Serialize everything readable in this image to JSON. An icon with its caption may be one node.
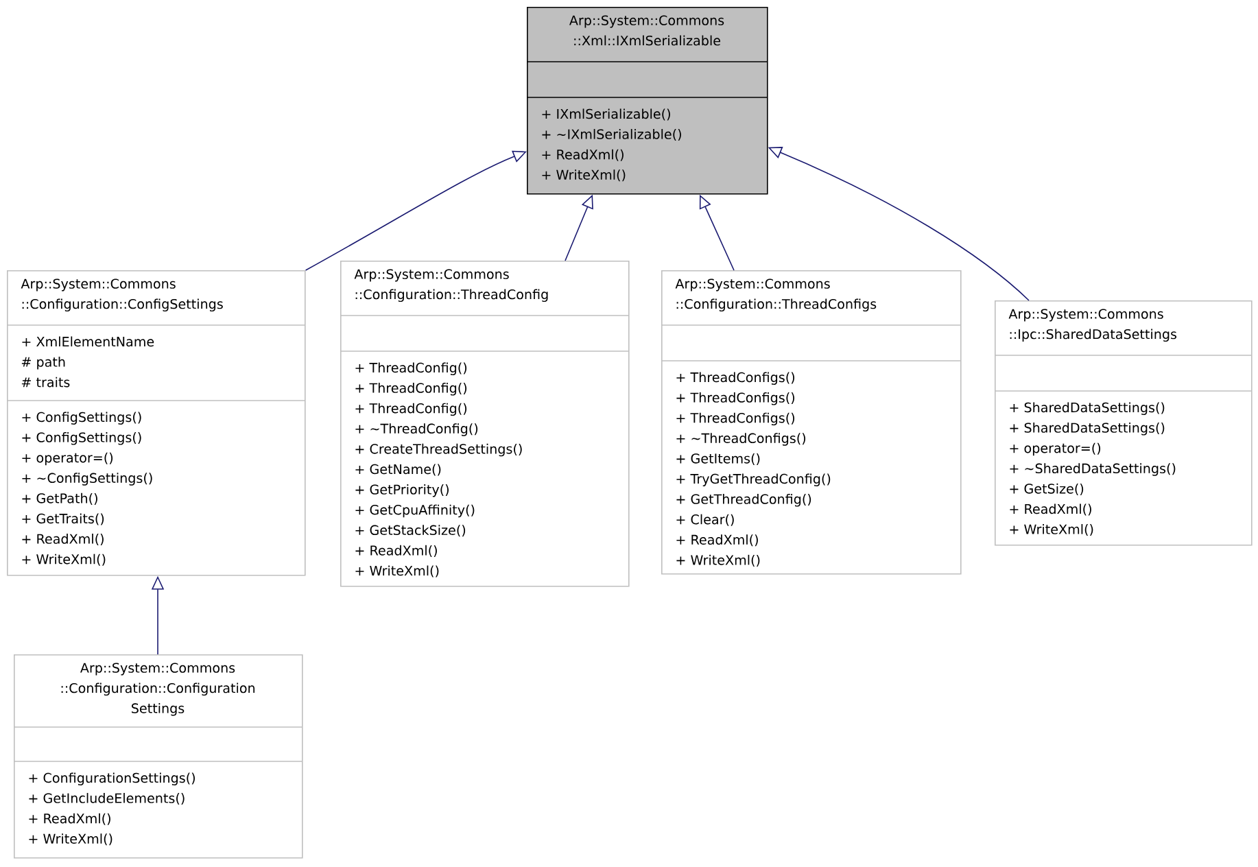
{
  "diagram": {
    "nodes": [
      {
        "text": [
          "Arp::System::Commons ::Xml::IXmlSerializable",
          "+ IXmlSerializable()",
          "+ ~IXmlSerializable()",
          "+ ReadXml()",
          "+ WriteXml()"
        ]
      },
      {
        "text": [
          "Arp::System::Commons ::Configuration::ConfigSettings",
          "+ XmlElementName",
          "# path",
          "# traits",
          "+ ConfigSettings()",
          "+ ConfigSettings()",
          "+ operator=()",
          "+ ~ConfigSettings()",
          "+ GetPath()",
          "+ GetTraits()",
          "+ ReadXml()",
          "+ WriteXml()"
        ]
      },
      {
        "text": [
          "Arp::System::Commons ::Configuration::ThreadConfig",
          "+ ThreadConfig()",
          "+ ThreadConfig()",
          "+ ThreadConfig()",
          "+ ~ThreadConfig()",
          "+ CreateThreadSettings()",
          "+ GetName()",
          "+ GetPriority()",
          "+ GetCpuAffinity()",
          "+ GetStackSize()",
          "+ ReadXml()",
          "+ WriteXml()"
        ]
      },
      {
        "text": [
          "Arp::System::Commons ::Configuration::ThreadConfigs",
          "+ ThreadConfigs()",
          "+ ThreadConfigs()",
          "+ ThreadConfigs()",
          "+ ~ThreadConfigs()",
          "+ GetItems()",
          "+ TryGetThreadConfig()",
          "+ GetThreadConfig()",
          "+ Clear()",
          "+ ReadXml()",
          "+ WriteXml()"
        ]
      },
      {
        "text": [
          "Arp::System::Commons ::Ipc::SharedDataSettings",
          "+ SharedDataSettings()",
          "+ SharedDataSettings()",
          "+ operator=()",
          "+ ~SharedDataSettings()",
          "+ GetSize()",
          "+ ReadXml()",
          "+ WriteXml()"
        ]
      },
      {
        "text": [
          "Arp::System::Commons ::Configuration::Configuration Settings",
          "+ ConfigurationSettings()",
          "+ GetIncludeElements()",
          "+ ReadXml()",
          "+ WriteXml()"
        ]
      }
    ],
    "edges": [
      {
        "from": 1,
        "to": 0,
        "arrow": "to"
      },
      {
        "from": 2,
        "to": 0,
        "arrow": "to"
      },
      {
        "from": 3,
        "to": 0,
        "arrow": "to"
      },
      {
        "from": 4,
        "to": 0,
        "arrow": "to"
      },
      {
        "from": 5,
        "to": 1,
        "arrow": "to"
      }
    ]
  }
}
